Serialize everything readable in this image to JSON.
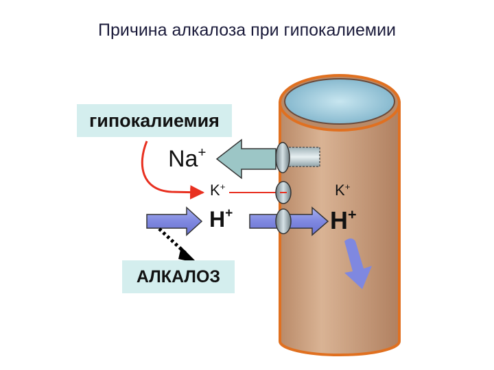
{
  "title": "Причина алкалоза при гипокалиемии",
  "labels": {
    "hypokalemia": "гипокалиемия",
    "alkalosis": "АЛКАЛОЗ"
  },
  "ions": {
    "na": "Na",
    "na_charge": "+",
    "k": "K",
    "k_charge": "+",
    "h": "H",
    "h_charge": "+"
  },
  "colors": {
    "cell_fill": "#c89a78",
    "cell_border": "#e07020",
    "label_box": "#d4eeee",
    "na_arrow": "#9cc6c6",
    "h_arrow": "#7f88e0",
    "curve": "#e83020",
    "dotted_arrow": "#000000"
  }
}
